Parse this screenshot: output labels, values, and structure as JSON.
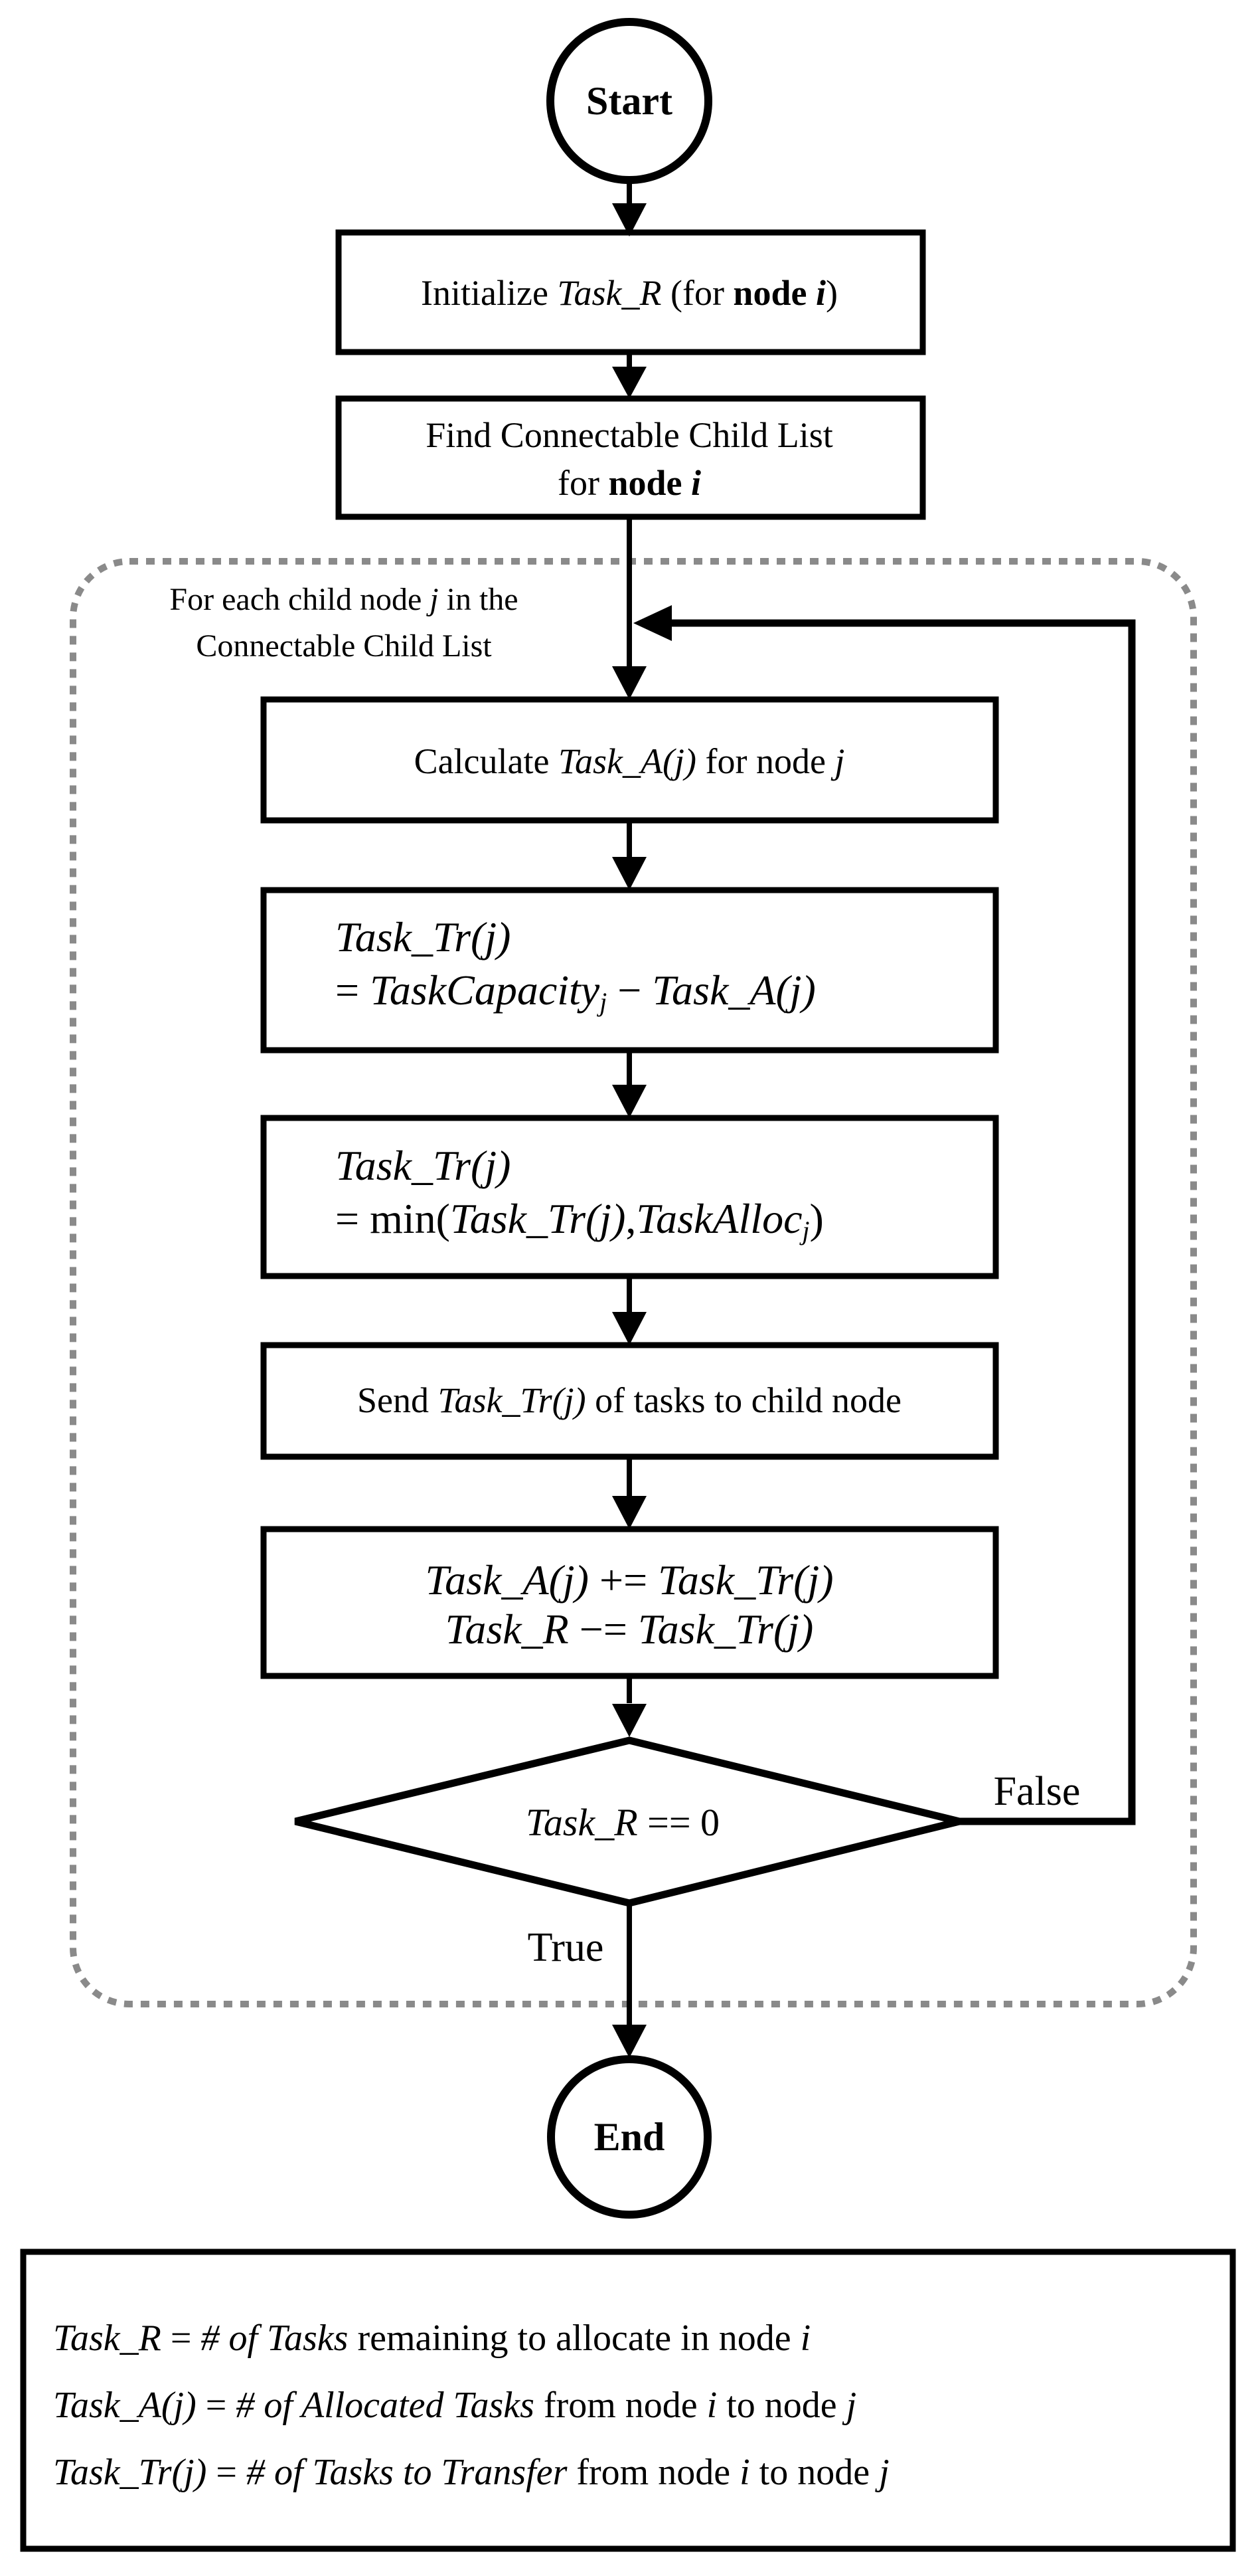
{
  "colors": {
    "ink": "#000000",
    "loop_border": "#8a8a8a",
    "paper": "#ffffff"
  },
  "terminals": {
    "start": "Start",
    "end": "End"
  },
  "branch_labels": {
    "true_label": "True",
    "false_label": "False"
  },
  "loop_header": {
    "line1_runs": [
      {
        "t": "For each child node "
      },
      {
        "t": "j",
        "s": "it"
      },
      {
        "t": " in the"
      }
    ],
    "line2": "Connectable Child List"
  },
  "steps": {
    "initialize": {
      "runs": [
        {
          "t": "Initialize "
        },
        {
          "t": "Task_R",
          "s": "it"
        },
        {
          "t": " (for "
        },
        {
          "t": "node ",
          "s": "bd"
        },
        {
          "t": "i",
          "s": "bd it"
        },
        {
          "t": ")"
        }
      ]
    },
    "find_child_list": {
      "line1": "Find Connectable Child List",
      "line2_runs": [
        {
          "t": "for "
        },
        {
          "t": "node ",
          "s": "bd"
        },
        {
          "t": "i",
          "s": "bd it"
        }
      ]
    },
    "calculate": {
      "runs": [
        {
          "t": "Calculate "
        },
        {
          "t": "Task_A(j)",
          "s": "it"
        },
        {
          "t": " for node "
        },
        {
          "t": "j",
          "s": "it"
        }
      ]
    },
    "compute_transfer": {
      "line1_runs": [
        {
          "t": "Task_Tr(j)",
          "s": "it"
        }
      ],
      "line2_runs": [
        {
          "t": "= "
        },
        {
          "t": "TaskCapacity",
          "s": "it"
        },
        {
          "t": "j",
          "s": "it sub"
        },
        {
          "t": " − ",
          "s": ""
        },
        {
          "t": "Task_A(j)",
          "s": "it"
        }
      ]
    },
    "clamp_transfer": {
      "line1_runs": [
        {
          "t": "Task_Tr(j)",
          "s": "it"
        }
      ],
      "line2_runs": [
        {
          "t": "= min("
        },
        {
          "t": "Task_Tr(j)",
          "s": "it"
        },
        {
          "t": ","
        },
        {
          "t": "TaskAlloc",
          "s": "it"
        },
        {
          "t": "j",
          "s": "it sub"
        },
        {
          "t": ")"
        }
      ]
    },
    "send": {
      "runs": [
        {
          "t": "Send "
        },
        {
          "t": "Task_Tr(j)",
          "s": "it"
        },
        {
          "t": " of tasks to child node"
        }
      ]
    },
    "update": {
      "line1_runs": [
        {
          "t": "Task_A(j)",
          "s": "it"
        },
        {
          "t": " += "
        },
        {
          "t": "Task_Tr(j)",
          "s": "it"
        }
      ],
      "line2_runs": [
        {
          "t": "Task_R",
          "s": "it"
        },
        {
          "t": " −= "
        },
        {
          "t": "Task_Tr(j)",
          "s": "it"
        }
      ]
    },
    "decision": {
      "runs": [
        {
          "t": "Task_R",
          "s": "it"
        },
        {
          "t": " == 0"
        }
      ]
    }
  },
  "legend": {
    "line1_runs": [
      {
        "t": "Task_R",
        "s": "it"
      },
      {
        "t": " = "
      },
      {
        "t": "# of Tasks",
        "s": "it"
      },
      {
        "t": " remaining to allocate in node "
      },
      {
        "t": "i",
        "s": "it"
      }
    ],
    "line2_runs": [
      {
        "t": "Task_A(j)",
        "s": "it"
      },
      {
        "t": " = "
      },
      {
        "t": "# of Allocated Tasks",
        "s": "it"
      },
      {
        "t": " from node "
      },
      {
        "t": "i",
        "s": "it"
      },
      {
        "t": " to node "
      },
      {
        "t": "j",
        "s": "it"
      }
    ],
    "line3_runs": [
      {
        "t": "Task_Tr(j)",
        "s": "it"
      },
      {
        "t": " = "
      },
      {
        "t": "# of Tasks to Transfer",
        "s": "it"
      },
      {
        "t": " from node "
      },
      {
        "t": "i",
        "s": "it"
      },
      {
        "t": " to node "
      },
      {
        "t": "j",
        "s": "it"
      }
    ]
  }
}
